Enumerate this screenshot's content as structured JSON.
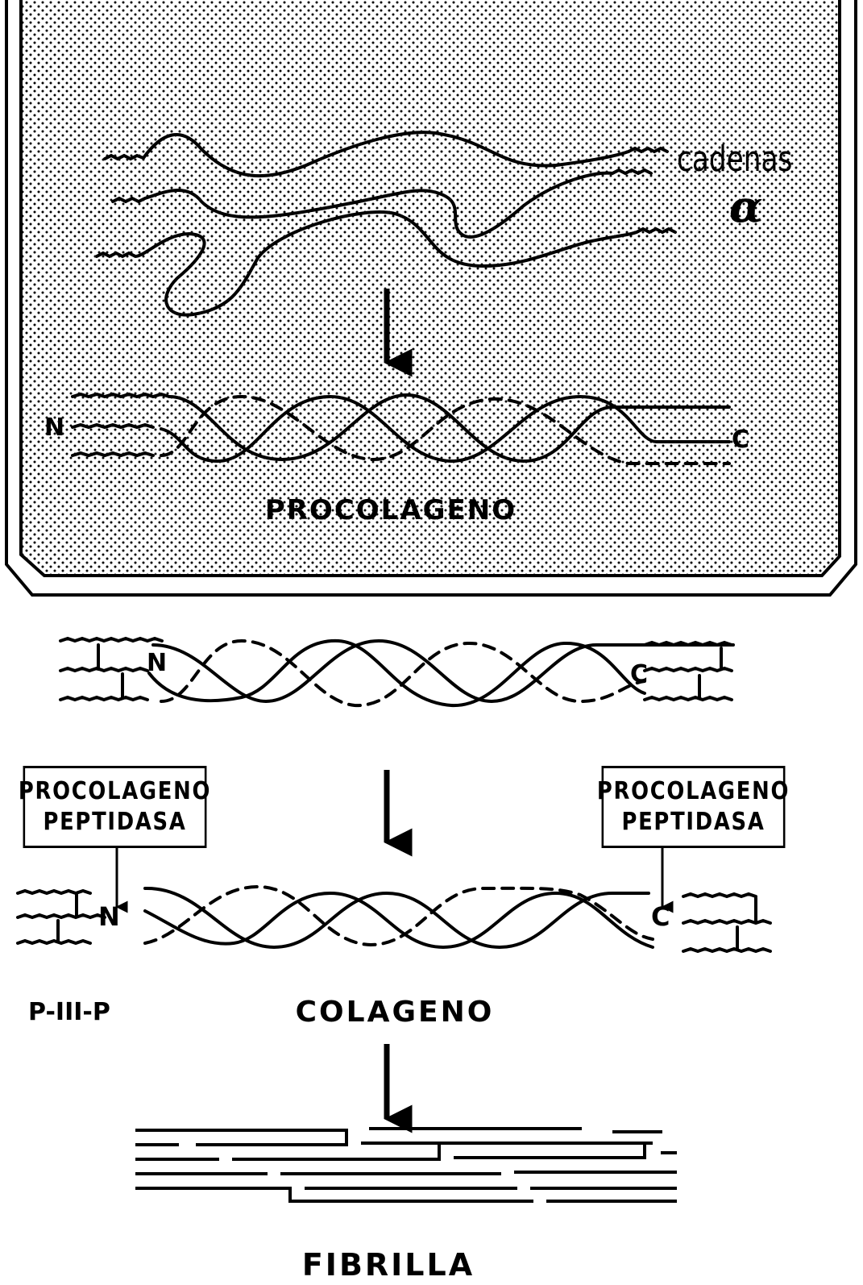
{
  "labels": {
    "chains_word": "cadenas",
    "chains_symbol": "α",
    "n_terminus": "N",
    "c_terminus": "C",
    "procollagen": "PROCOLAGENO",
    "collagen": "COLAGENO",
    "fibril": "FIBRILLA",
    "propeptide": "P-III-P"
  },
  "enzyme_left": {
    "line1": "PROCOLAGENO",
    "line2": "PEPTIDASA"
  },
  "enzyme_right": {
    "line1": "PROCOLAGENO",
    "line2": "PEPTIDASA"
  },
  "colors": {
    "ink": "#000000",
    "paper": "#ffffff",
    "stipple": "#000000"
  }
}
